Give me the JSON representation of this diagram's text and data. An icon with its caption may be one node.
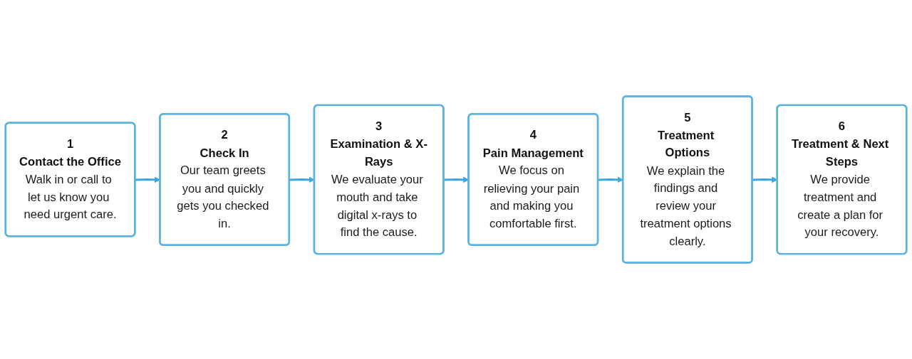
{
  "diagram": {
    "nodes": [
      {
        "text": [
          "1",
          "Contact the Office",
          "Walk in or call to let us know you need urgent care."
        ]
      },
      {
        "text": [
          "2",
          "Check In",
          "Our team greets you and quickly gets you checked in."
        ]
      },
      {
        "text": [
          "3",
          "Examination & X-Rays",
          "We evaluate your mouth and take digital x-rays to find the cause."
        ]
      },
      {
        "text": [
          "4",
          "Pain Management",
          "We focus on relieving your pain and making you comfortable first."
        ]
      },
      {
        "text": [
          "5",
          "Treatment Options",
          "We explain the findings and review your treatment options clearly."
        ]
      },
      {
        "text": [
          "6",
          "Treatment & Next Steps",
          "We provide treatment and create a plan for your recovery."
        ]
      }
    ],
    "edges": [
      {
        "from": 0,
        "to": 1,
        "arrow": "to"
      },
      {
        "from": 1,
        "to": 2,
        "arrow": "to"
      },
      {
        "from": 2,
        "to": 3,
        "arrow": "to"
      },
      {
        "from": 3,
        "to": 4,
        "arrow": "to"
      },
      {
        "from": 4,
        "to": 5,
        "arrow": "to"
      }
    ]
  }
}
